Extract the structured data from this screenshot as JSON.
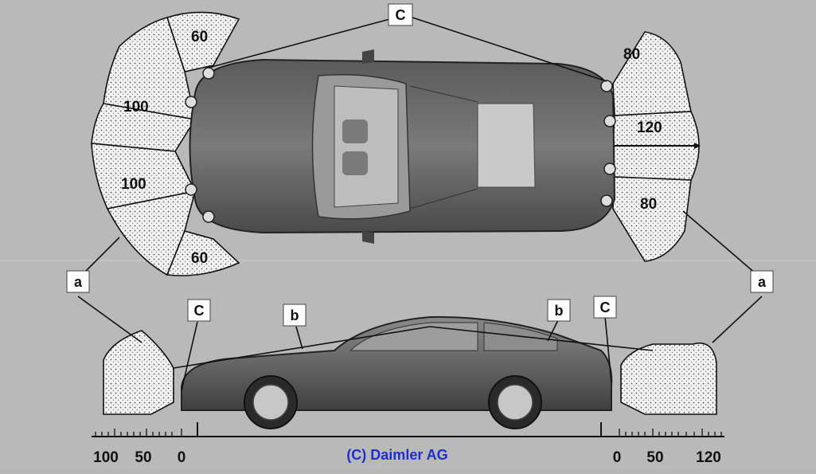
{
  "top_view": {
    "front_zone_labels": {
      "outer_top": "60",
      "inner_top": "100",
      "inner_bottom": "100",
      "outer_bottom": "60"
    },
    "rear_zone_labels": {
      "corner_top": "80",
      "center": "120",
      "corner_bottom": "80"
    }
  },
  "callouts": {
    "sensors": "C",
    "range_zone": "a",
    "vertical_range": "b"
  },
  "scales": {
    "front": [
      "100",
      "50",
      "0"
    ],
    "rear": [
      "0",
      "50",
      "120"
    ]
  },
  "copyright": "(C) Daimler AG"
}
